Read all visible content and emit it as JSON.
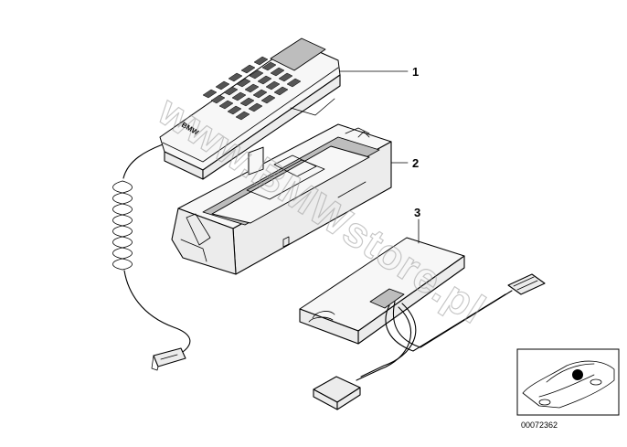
{
  "callouts": [
    {
      "id": "1",
      "label": "1"
    },
    {
      "id": "2",
      "label": "2"
    },
    {
      "id": "3",
      "label": "3"
    }
  ],
  "handset": {
    "brand_text": "BMW"
  },
  "watermark": {
    "text": "www.BMWstore.pl"
  },
  "inset": {
    "reference_number": "00072362"
  }
}
